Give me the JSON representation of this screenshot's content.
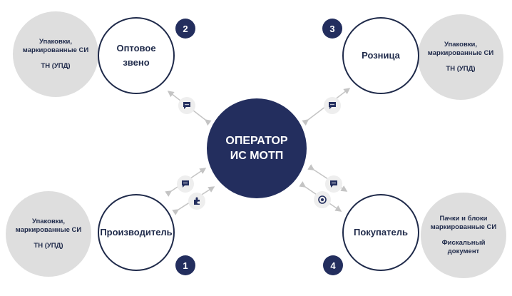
{
  "center": {
    "line1": "ОПЕРАТОР",
    "line2": "ИС МОТП"
  },
  "nodes": [
    {
      "number": "2",
      "label_line1": "Оптовое",
      "label_line2": "звено",
      "info_line1": "Упаковки,",
      "info_line2": "маркированные СИ",
      "info_line3": "ТН (УПД)"
    },
    {
      "number": "3",
      "label_line1": "Розница",
      "label_line2": "",
      "info_line1": "Упаковки,",
      "info_line2": "маркированные СИ",
      "info_line3": "ТН (УПД)"
    },
    {
      "number": "1",
      "label_line1": "Производитель",
      "label_line2": "",
      "info_line1": "Упаковки,",
      "info_line2": "маркированные СИ",
      "info_line3": "ТН (УПД)"
    },
    {
      "number": "4",
      "label_line1": "Покупатель",
      "label_line2": "",
      "info_line1": "Пачки и блоки",
      "info_line2": "маркированные СИ",
      "info_line3": "Фискальный",
      "info_line4": "документ"
    }
  ],
  "colors": {
    "navy": "#232e5e",
    "grey": "#dedede",
    "icon_bg": "#eeeeee",
    "arrow": "#c4c4c4"
  },
  "icons": [
    "chat-icon",
    "chat-icon",
    "chat-icon",
    "puzzle-icon",
    "chat-icon",
    "target-icon"
  ]
}
